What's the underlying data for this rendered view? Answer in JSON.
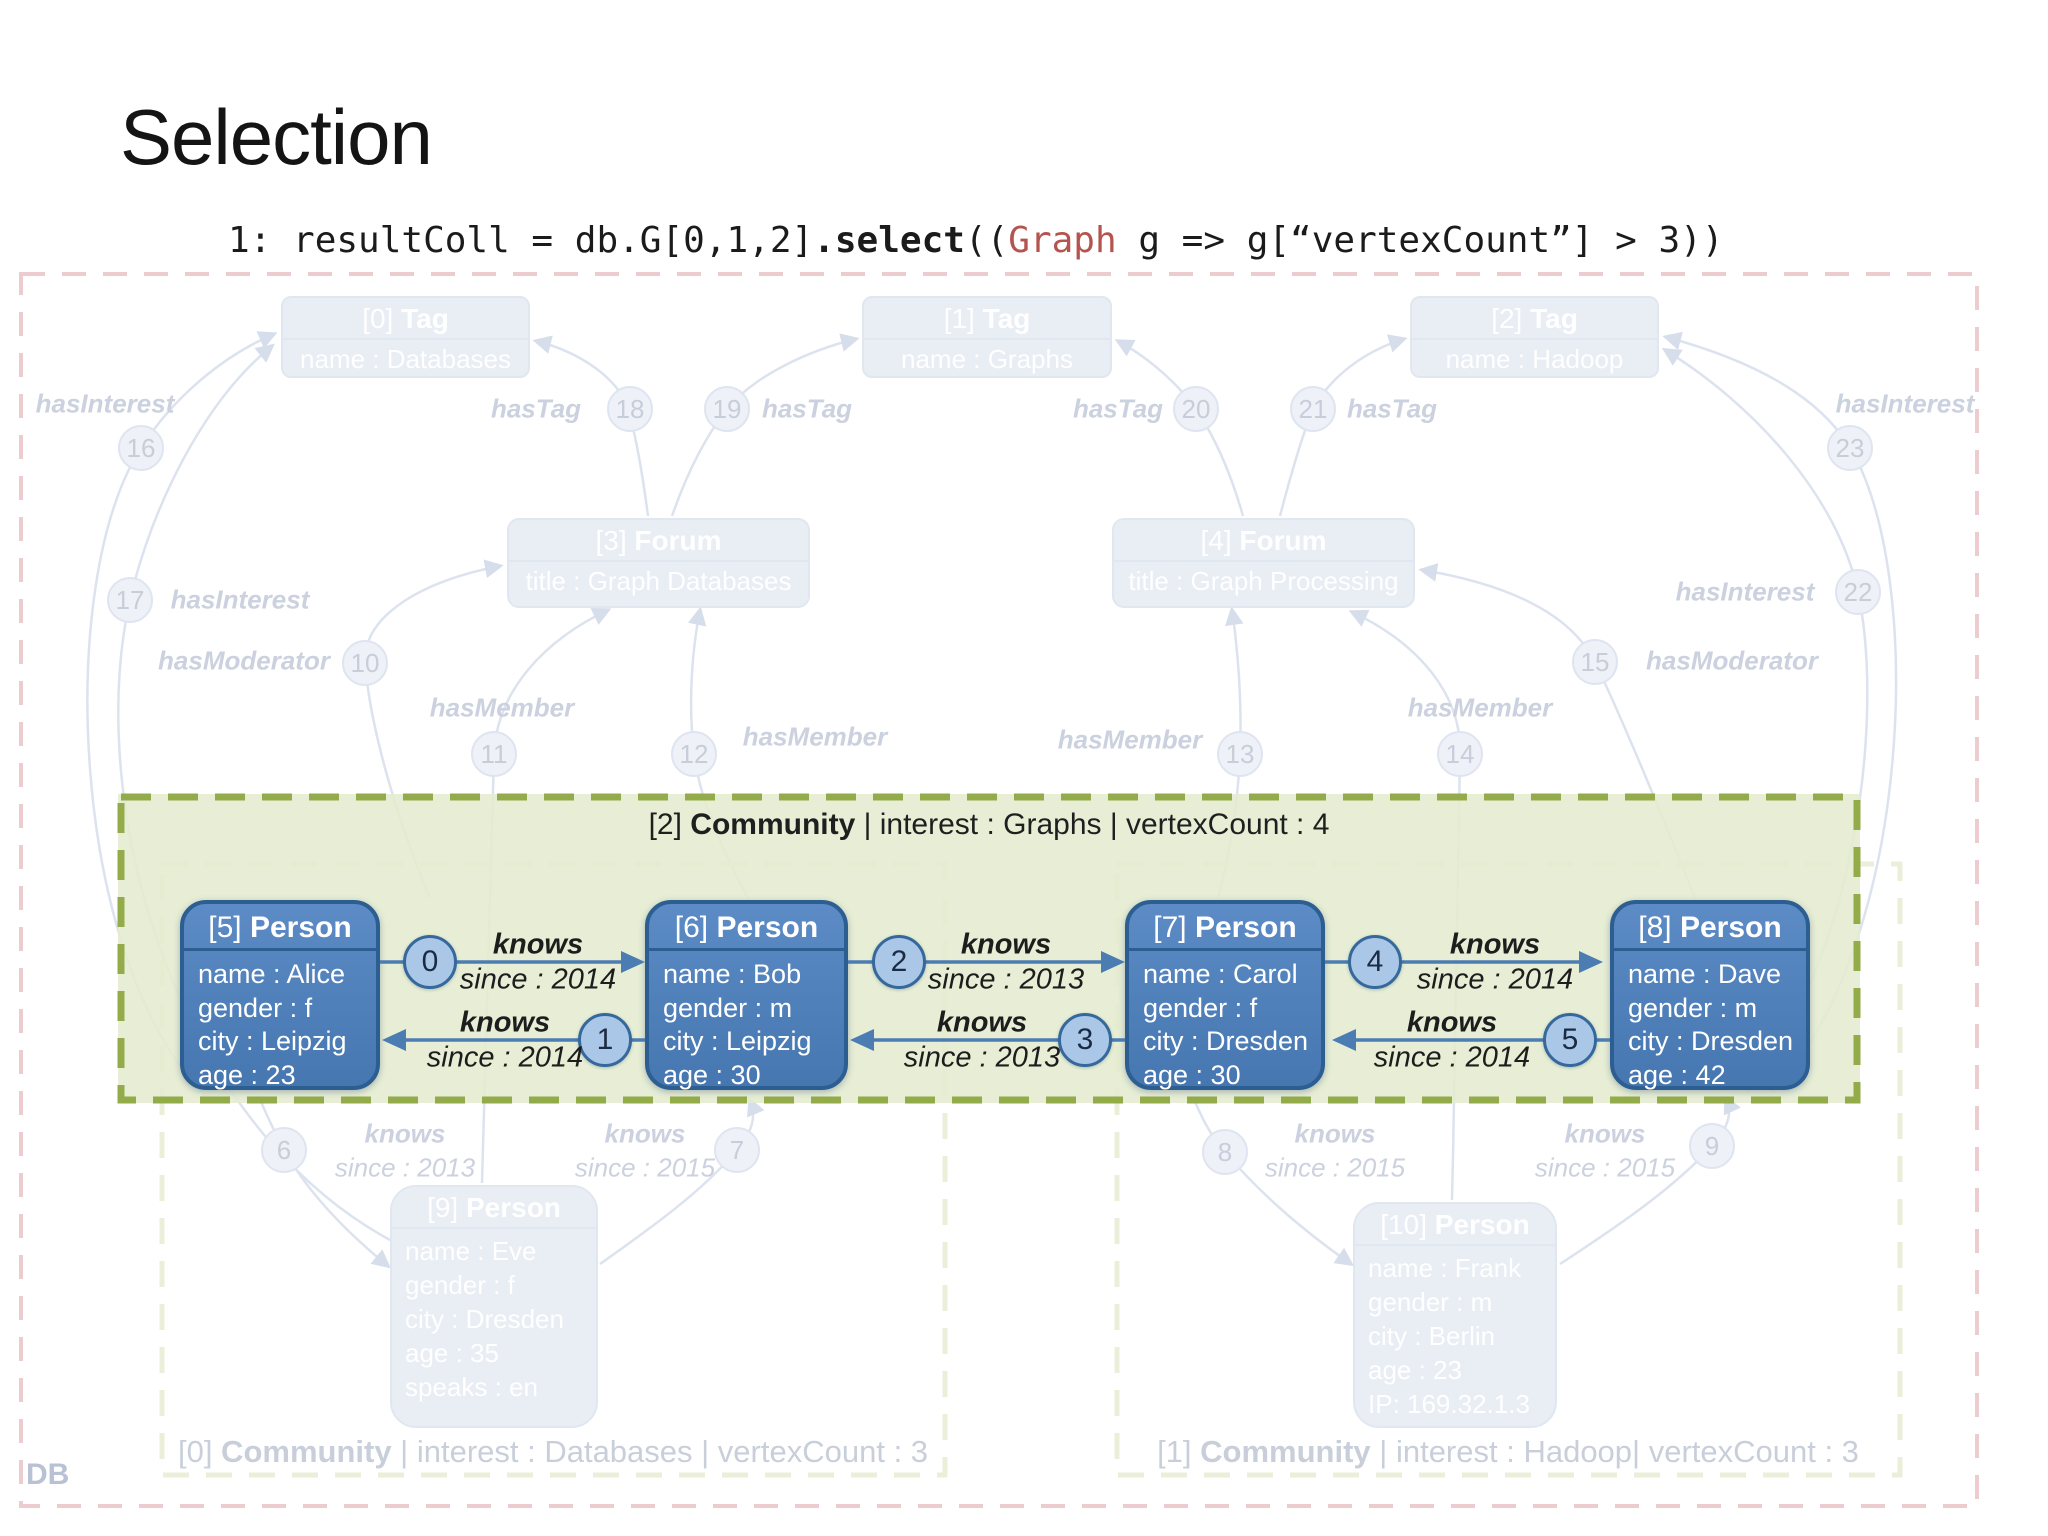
{
  "title": "Selection",
  "code": {
    "s1": "1: resultColl = db.G[0,1,2]",
    "s2": ".select",
    "s3": "((",
    "s4": "Graph",
    "s5": " g => g[“vertexCount”] > 3))"
  },
  "db_label": "DB",
  "selected_community": {
    "prefix": "[2] ",
    "name": "Community",
    "rest": " | interest : Graphs | vertexCount : 4"
  },
  "communities_faded": [
    {
      "prefix": "[0] ",
      "name": "Community",
      "rest": " | interest : Databases | vertexCount : 3"
    },
    {
      "prefix": "[1] ",
      "name": "Community",
      "rest": " | interest : Hadoop| vertexCount : 3"
    }
  ],
  "vertices": {
    "tags": [
      {
        "id": "[0] ",
        "type": "Tag",
        "prop": "name : Databases"
      },
      {
        "id": "[1] ",
        "type": "Tag",
        "prop": "name : Graphs"
      },
      {
        "id": "[2] ",
        "type": "Tag",
        "prop": "name : Hadoop"
      }
    ],
    "forums": [
      {
        "id": "[3] ",
        "type": "Forum",
        "prop": "title : Graph Databases"
      },
      {
        "id": "[4] ",
        "type": "Forum",
        "prop": "title : Graph Processing"
      }
    ],
    "persons_faded": [
      {
        "id": "[9] ",
        "type": "Person",
        "props": [
          "name : Eve",
          "gender : f",
          "city : Dresden",
          "age : 35",
          "speaks : en"
        ]
      },
      {
        "id": "[10] ",
        "type": "Person",
        "props": [
          "name : Frank",
          "gender : m",
          "city : Berlin",
          "age : 23",
          "IP: 169.32.1.3"
        ]
      }
    ],
    "persons": [
      {
        "id": "[5] ",
        "type": "Person",
        "props": [
          "name : Alice",
          "gender : f",
          "city : Leipzig",
          "age : 23"
        ]
      },
      {
        "id": "[6] ",
        "type": "Person",
        "props": [
          "name : Bob",
          "gender : m",
          "city : Leipzig",
          "age : 30"
        ]
      },
      {
        "id": "[7] ",
        "type": "Person",
        "props": [
          "name : Carol",
          "gender : f",
          "city : Dresden",
          "age : 30"
        ]
      },
      {
        "id": "[8] ",
        "type": "Person",
        "props": [
          "name : Dave",
          "gender : m",
          "city : Dresden",
          "age : 42"
        ]
      }
    ]
  },
  "edges": {
    "active": [
      {
        "n": "0",
        "label": "knows",
        "since": "since : 2014"
      },
      {
        "n": "1",
        "label": "knows",
        "since": "since : 2014"
      },
      {
        "n": "2",
        "label": "knows",
        "since": "since : 2013"
      },
      {
        "n": "3",
        "label": "knows",
        "since": "since : 2013"
      },
      {
        "n": "4",
        "label": "knows",
        "since": "since : 2014"
      },
      {
        "n": "5",
        "label": "knows",
        "since": "since : 2014"
      }
    ],
    "faded": [
      {
        "n": "6",
        "label": "knows",
        "since": "since : 2013"
      },
      {
        "n": "7",
        "label": "knows",
        "since": "since : 2015"
      },
      {
        "n": "8",
        "label": "knows",
        "since": "since : 2015"
      },
      {
        "n": "9",
        "label": "knows",
        "since": "since : 2015"
      },
      {
        "n": "10",
        "label": "hasModerator"
      },
      {
        "n": "11",
        "label": "hasMember"
      },
      {
        "n": "12",
        "label": "hasMember"
      },
      {
        "n": "13",
        "label": "hasMember"
      },
      {
        "n": "14",
        "label": "hasMember"
      },
      {
        "n": "15",
        "label": "hasModerator"
      },
      {
        "n": "16",
        "label": "hasInterest"
      },
      {
        "n": "17",
        "label": "hasInterest"
      },
      {
        "n": "18",
        "label": "hasTag"
      },
      {
        "n": "19",
        "label": "hasTag"
      },
      {
        "n": "20",
        "label": "hasTag"
      },
      {
        "n": "21",
        "label": "hasTag"
      },
      {
        "n": "22",
        "label": "hasInterest"
      },
      {
        "n": "23",
        "label": "hasInterest"
      }
    ]
  },
  "colors": {
    "node_fill": "#4f81bd",
    "node_border": "#2d5e92",
    "edge_blue": "#4b7cb2",
    "circle_fill": "#abc7e8",
    "green_fill": "#e3eccf",
    "green_border": "#93ac49",
    "pink_border": "#edccd0",
    "code_red": "#b5544e",
    "faded_line": "#dce3ef"
  }
}
